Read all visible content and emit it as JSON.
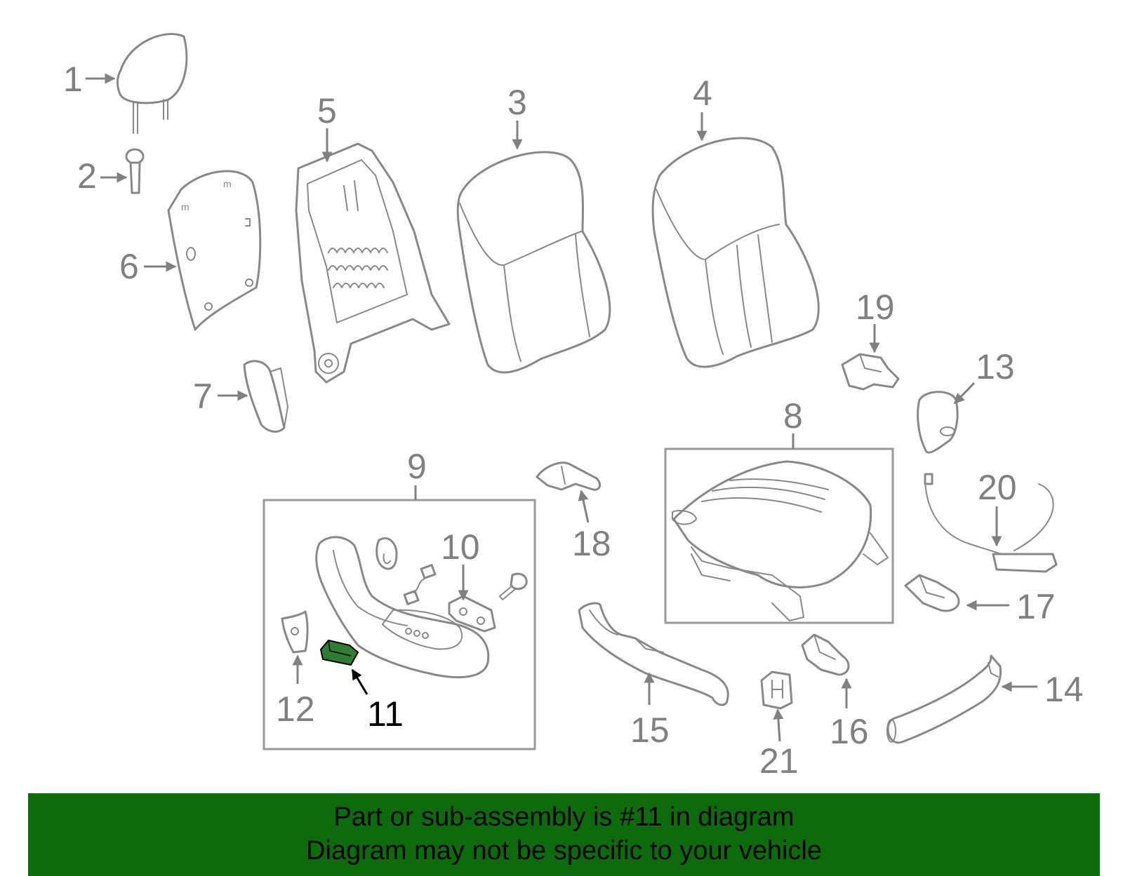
{
  "diagram": {
    "labels": [
      "1",
      "2",
      "3",
      "4",
      "5",
      "6",
      "7",
      "8",
      "9",
      "10",
      "11",
      "12",
      "13",
      "14",
      "15",
      "16",
      "17",
      "18",
      "19",
      "20",
      "21"
    ],
    "highlighted_label": "11"
  },
  "colors": {
    "highlight_part": "#2e7d32",
    "banner_background": "#0d6b0d",
    "line_gray": "#888888"
  },
  "banner": {
    "line1": "Part or sub-assembly is #11 in diagram",
    "line2": "Diagram may not be specific to your vehicle"
  }
}
